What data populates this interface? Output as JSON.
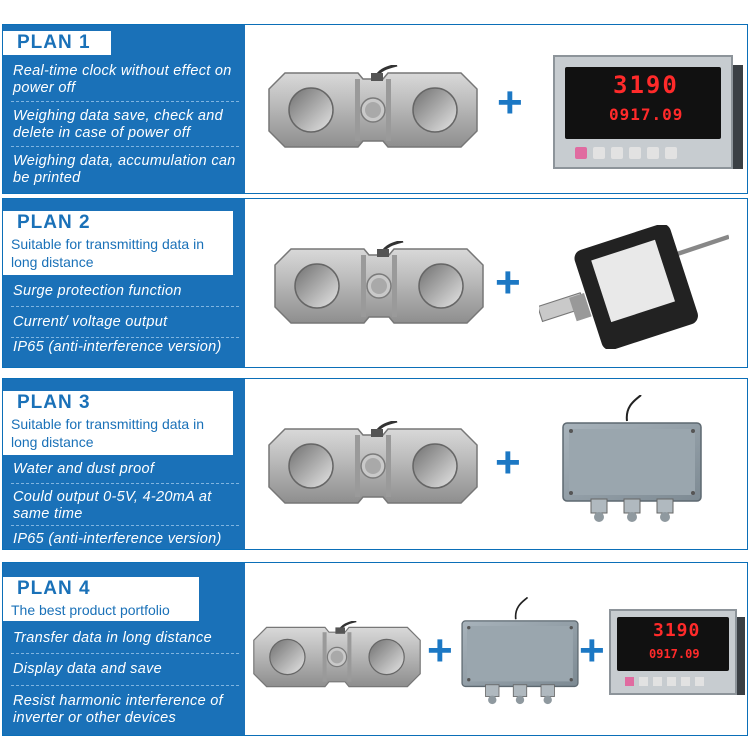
{
  "colors": {
    "panel_blue": "#1a71b8",
    "border_blue": "#0b6fb8",
    "plus_blue": "#1c78c4",
    "display_red": "#ff2a2a"
  },
  "plans": [
    {
      "title": "PLAN 1",
      "features": [
        "Real-time clock without effect on power off",
        "Weighing data save, check and delete in case of power off",
        "Weighing data, accumulation can be printed"
      ],
      "products": [
        "load-cell-icon",
        "plus-icon",
        "weighing-indicator-icon"
      ],
      "display": {
        "top": "3190",
        "bottom": "0917.09"
      }
    },
    {
      "title": "PLAN 2",
      "subtitle": "Suitable for transmitting data in long distance",
      "features": [
        "Surge protection function",
        "Current/ voltage output",
        "IP65 (anti-interference version)"
      ],
      "products": [
        "load-cell-icon",
        "plus-icon",
        "transmitter-icon"
      ]
    },
    {
      "title": "PLAN 3",
      "subtitle": "Suitable for transmitting data in long distance",
      "features": [
        "Water and dust proof",
        "Could output 0-5V, 4-20mA at same time",
        "IP65 (anti-interference version)"
      ],
      "products": [
        "load-cell-icon",
        "plus-icon",
        "junction-box-icon"
      ]
    },
    {
      "title": "PLAN 4",
      "subtitle": "The  best  product portfolio",
      "features": [
        "Transfer data in long distance",
        "Display data and save",
        "Resist harmonic interference of inverter or other devices"
      ],
      "products": [
        "load-cell-icon",
        "plus-icon",
        "junction-box-icon",
        "plus-icon",
        "weighing-indicator-icon"
      ],
      "display": {
        "top": "3190",
        "bottom": "0917.09"
      }
    }
  ],
  "plus_sign": "+"
}
